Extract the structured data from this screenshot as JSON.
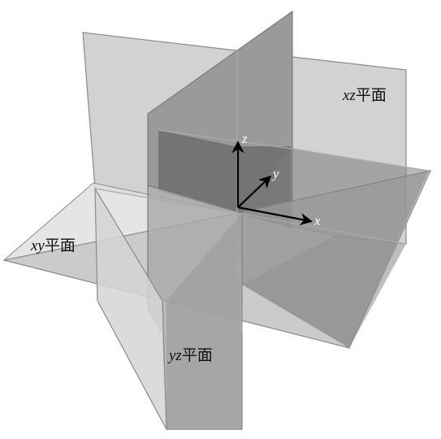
{
  "planes": {
    "xz": {
      "var": "xz",
      "suffix": "平面"
    },
    "xy": {
      "var": "xy",
      "suffix": "平面"
    },
    "yz": {
      "var": "yz",
      "suffix": "平面"
    }
  },
  "axes": {
    "x": "x",
    "y": "y",
    "z": "z"
  },
  "colors": {
    "plane_edge": "#8a8a8a",
    "axis": "#000000"
  }
}
